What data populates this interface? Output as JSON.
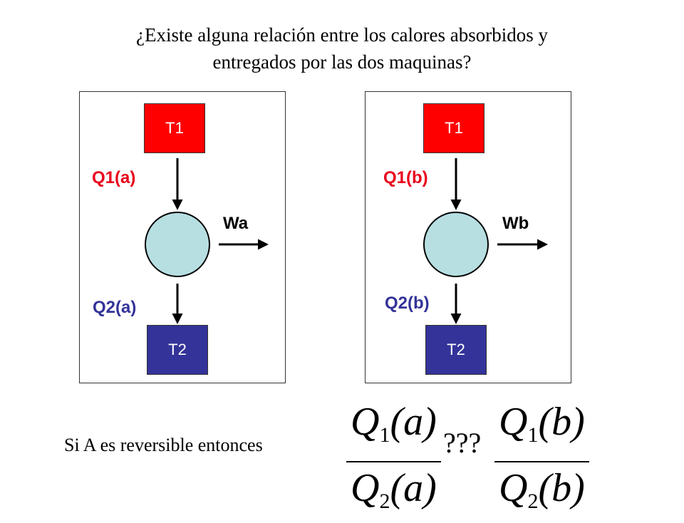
{
  "title": {
    "line1": "¿Existe alguna relación entre los calores absorbidos y",
    "line2": "entregados por las dos maquinas?"
  },
  "diagram_a": {
    "hot_label": "T1",
    "cold_label": "T2",
    "heat_in": "Q1(a)",
    "heat_out": "Q2(a)",
    "work": "Wa"
  },
  "diagram_b": {
    "hot_label": "T1",
    "cold_label": "T2",
    "heat_in": "Q1(b)",
    "heat_out": "Q2(b)",
    "work": "Wb"
  },
  "caption": "Si A es reversible entonces",
  "equation": {
    "left_num_symbol": "Q",
    "left_num_sub": "1",
    "left_num_arg": "(a)",
    "left_den_symbol": "Q",
    "left_den_sub": "2",
    "left_den_arg": "(a)",
    "relation": "???",
    "right_num_symbol": "Q",
    "right_num_sub": "1",
    "right_num_arg": "(b)",
    "right_den_symbol": "Q",
    "right_den_sub": "2",
    "right_den_arg": "(b)"
  },
  "colors": {
    "hot": "#ff0000",
    "cold": "#333399",
    "engine": "#b7dfe2",
    "heat_in_text": "#e8001c",
    "heat_out_text": "#333399"
  }
}
